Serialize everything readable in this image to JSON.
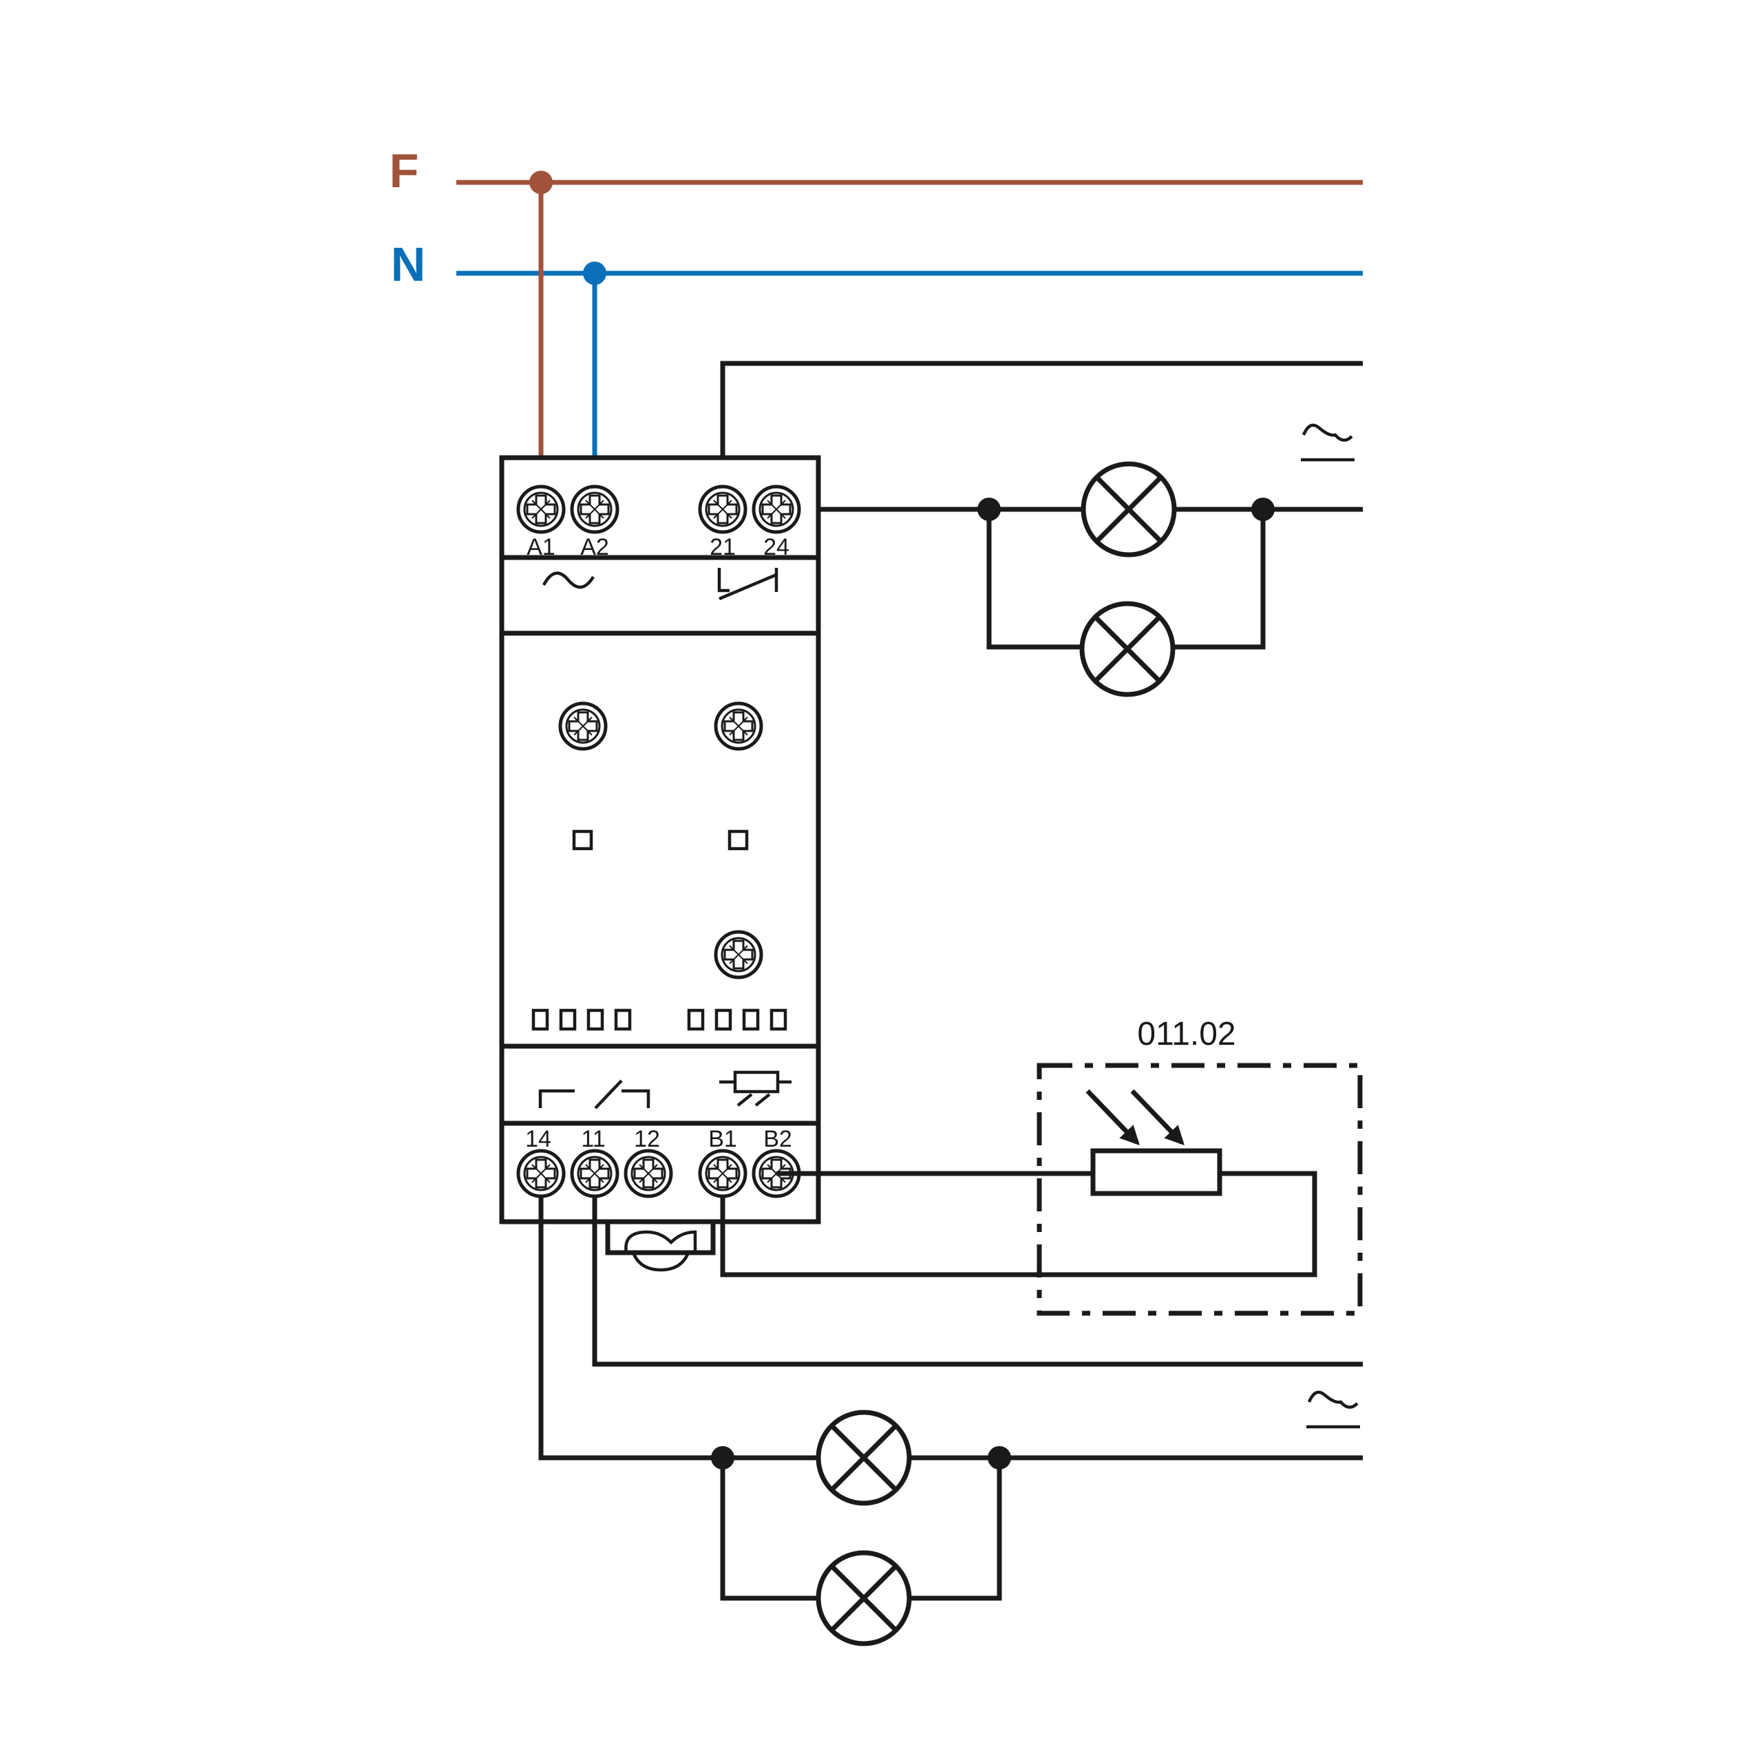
{
  "lines": {
    "phase": {
      "label": "F",
      "color": "#a0523a"
    },
    "neutral": {
      "label": "N",
      "color": "#0a6fb8"
    }
  },
  "terminals": {
    "top": [
      "A1",
      "A2",
      "21",
      "24"
    ],
    "bottom": [
      "14",
      "11",
      "12",
      "B1",
      "B2"
    ]
  },
  "sensor": {
    "code": "011.02"
  },
  "icons": {
    "supply": "ac-sine-icon",
    "load_supply": "ac-dc-source-icon",
    "lamp": "lamp-cross-icon",
    "sensor": "photoresistor-icon",
    "contact": "relay-contact-icon"
  }
}
